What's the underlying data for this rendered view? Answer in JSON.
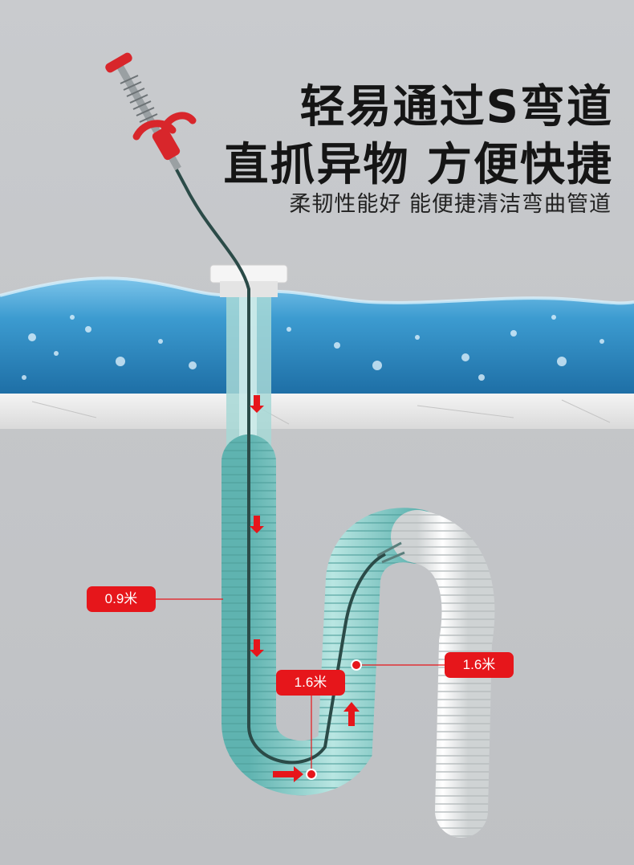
{
  "headline": {
    "line1": "轻易通过S弯道",
    "line2": "直抓异物 方便快捷"
  },
  "subtitle": "柔韧性能好 能便捷清洁弯曲管道",
  "labels": {
    "vertical_pipe_length": "0.9米",
    "bend_length_left": "1.6米",
    "bend_length_right": "1.6米"
  },
  "colors": {
    "accent_red": "#e6161b",
    "water_blue": "#2f8fc8",
    "pipe_teal": "#7fc9c6",
    "pipe_white": "#f2f2f2"
  }
}
